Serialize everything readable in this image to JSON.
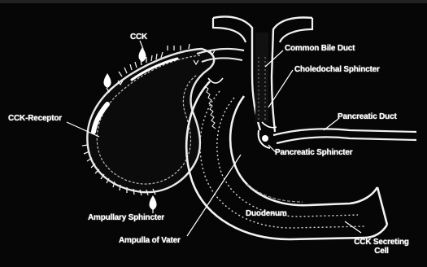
{
  "diagram": {
    "labels": {
      "cck": "CCK",
      "cck_receptor": "CCK-Receptor",
      "common_bile_duct": "Common Bile Duct",
      "choledochal_sphincter": "Choledochal Sphincter",
      "pancreatic_duct": "Pancreatic Duct",
      "pancreatic_sphincter": "Pancreatic Sphincter",
      "ampullary_sphincter": "Ampullary Sphincter",
      "duodenum": "Duodenum",
      "ampulla_of_vater": "Ampulla of Vater",
      "cck_secreting_cell_line1": "CCK Secreting",
      "cck_secreting_cell_line2": "Cell"
    }
  }
}
